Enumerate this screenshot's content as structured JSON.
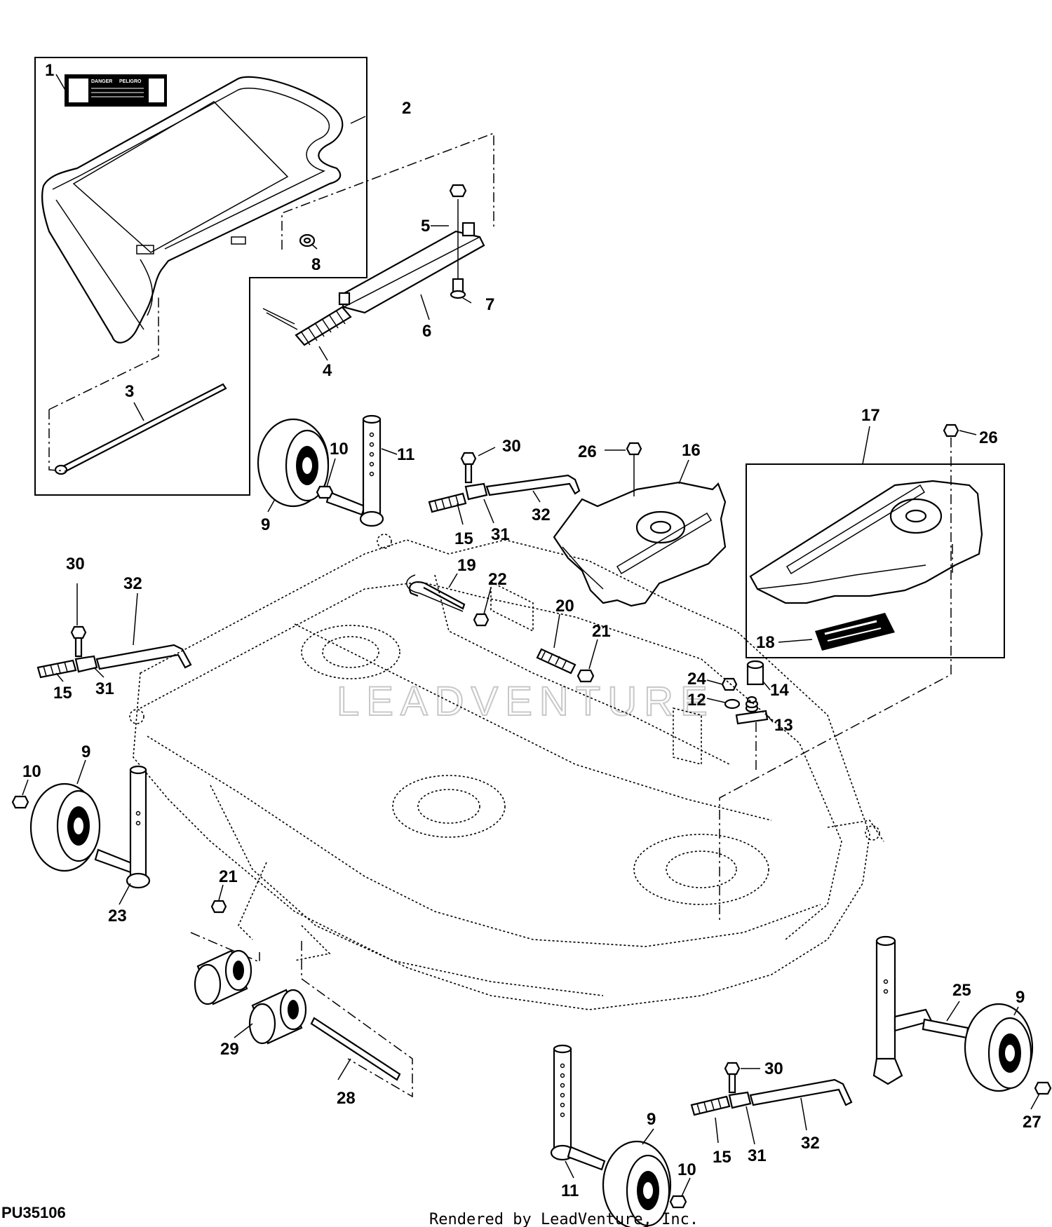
{
  "diagram_code": "PU35106",
  "footer_text": "Rendered by LeadVenture, Inc.",
  "watermark": "LEADVENTURE",
  "decal": {
    "danger": "DANGER",
    "peligro": "PELIGRO"
  },
  "callouts": {
    "c1": "1",
    "c2": "2",
    "c3": "3",
    "c4": "4",
    "c5": "5",
    "c6": "6",
    "c7": "7",
    "c8": "8",
    "c9a": "9",
    "c10a": "10",
    "c11a": "11",
    "c30a": "30",
    "c15a": "15",
    "c31a": "31",
    "c32a": "32",
    "c26a": "26",
    "c16": "16",
    "c17": "17",
    "c26b": "26",
    "c18": "18",
    "c30b": "30",
    "c32b": "32",
    "c15b": "15",
    "c31b": "31",
    "c19": "19",
    "c22": "22",
    "c20": "20",
    "c21a": "21",
    "c24": "24",
    "c14": "14",
    "c12": "12",
    "c13": "13",
    "c10b": "10",
    "c9b": "9",
    "c23": "23",
    "c21b": "21",
    "c29": "29",
    "c28": "28",
    "c25": "25",
    "c9c": "9",
    "c27": "27",
    "c30c": "30",
    "c15c": "15",
    "c31c": "31",
    "c32c": "32",
    "c9d": "9",
    "c10c": "10",
    "c11b": "11"
  }
}
